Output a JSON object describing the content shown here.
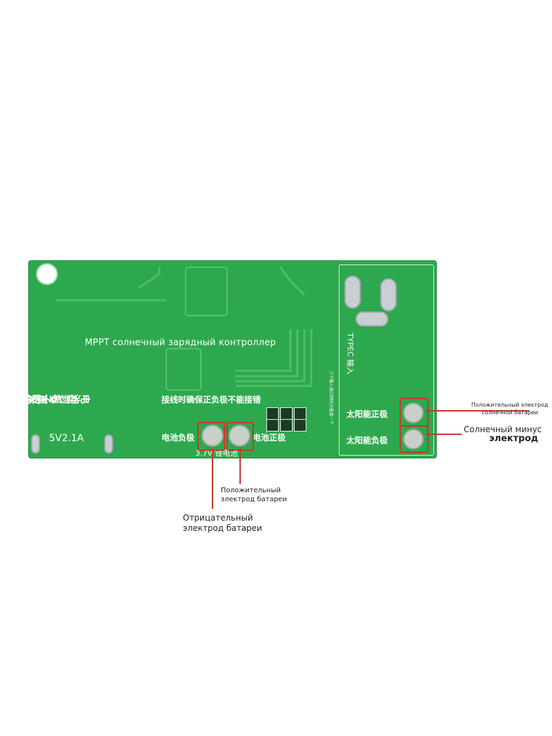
{
  "board": {
    "title": "MPPT солнечный зарядный контроллер",
    "left_vertical_1": "电池到板子的线应控制",
    "left_vertical_2": "在 10 厘米内不能太长",
    "warning": "接线时确保正负极不能接错",
    "output_label": "5V2.1A",
    "battery_negative_silk": "电池负极",
    "battery_positive_silk": "电池正极",
    "battery_type_silk": "3.7V 锂电池",
    "typec_label": "TYPEC 输入",
    "solar_positive_silk": "太阳能正极",
    "solar_negative_silk": "太阳能负极",
    "side_note": "三个输入接口同时只能接一个"
  },
  "callouts": {
    "solar_positive": [
      "Положительный электрод",
      "солнечной батареи"
    ],
    "solar_negative": [
      "Солнечный минус",
      "электрод"
    ],
    "battery_positive": [
      "Положительный",
      "электрод батареи"
    ],
    "battery_negative": [
      "Отрицательный",
      "электрод батареи"
    ]
  },
  "colors": {
    "pcb": "#2ea84e",
    "highlight": "#c0392b"
  }
}
